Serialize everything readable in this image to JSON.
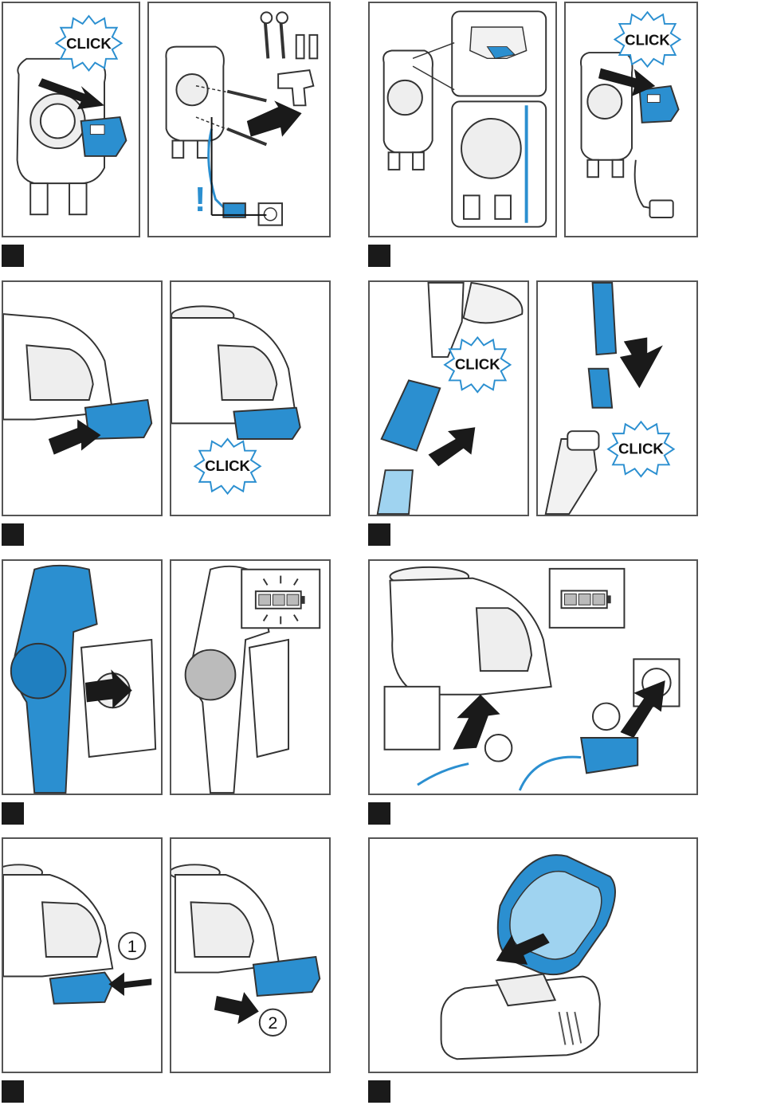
{
  "labels": {
    "click": "CLICK",
    "step_one": "1",
    "step_two": "2",
    "warning": "!"
  },
  "colors": {
    "accent_blue": "#2b8fd0",
    "light_blue": "#9fd3f0",
    "outline": "#333333",
    "marker": "#1a1a1a"
  },
  "icons": [
    "click-burst-icon",
    "push-arrow-icon",
    "battery-icon",
    "power-socket-icon",
    "screw-icon",
    "dowel-icon",
    "drill-icon"
  ]
}
